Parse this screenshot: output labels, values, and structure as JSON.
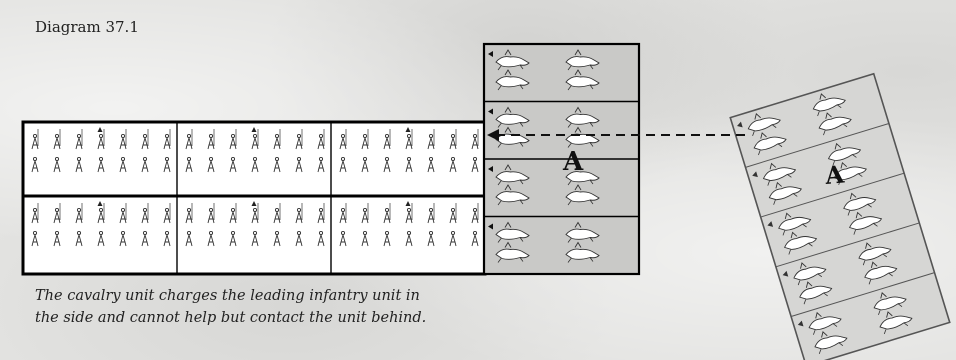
{
  "diagram": {
    "title": "Diagram 37.1",
    "caption_line1": "The cavalry unit charges the leading infantry unit in",
    "caption_line2": "the side and cannot help but contact the unit behind.",
    "label_target": "A",
    "label_charger": "A"
  }
}
